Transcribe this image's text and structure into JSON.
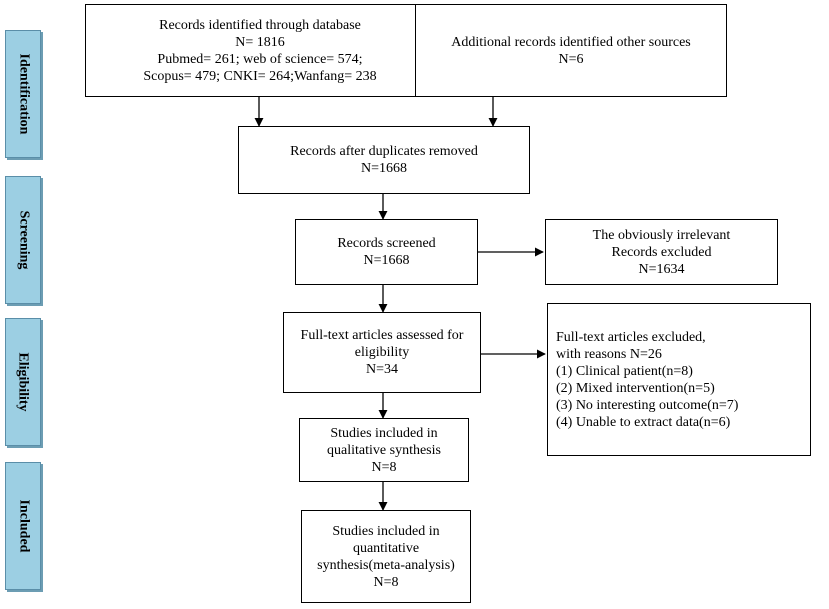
{
  "stages": {
    "identification": "Identification",
    "screening": "Screening",
    "eligibility": "Eligibility",
    "included": "Included"
  },
  "boxes": {
    "database": {
      "lines": [
        "Records identified through database",
        "N= 1816",
        "Pubmed= 261; web of science= 574;",
        "Scopus= 479; CNKI= 264;Wanfang= 238"
      ]
    },
    "additional": {
      "lines": [
        "Additional records identified other sources",
        "N=6"
      ]
    },
    "duplicates": {
      "lines": [
        "Records after duplicates removed",
        "N=1668"
      ]
    },
    "screened": {
      "lines": [
        "Records screened",
        "N=1668"
      ]
    },
    "irrelevant": {
      "lines": [
        "The obviously irrelevant",
        "Records excluded",
        "N=1634"
      ]
    },
    "fulltext": {
      "lines": [
        "Full-text articles assessed for",
        "eligibility",
        "N=34"
      ]
    },
    "excluded": {
      "lines": [
        "Full-text articles excluded,",
        "with reasons N=26",
        "(1) Clinical patient(n=8)",
        "(2) Mixed intervention(n=5)",
        "(3) No interesting outcome(n=7)",
        "(4) Unable to extract data(n=6)"
      ]
    },
    "qualitative": {
      "lines": [
        "Studies included in",
        "qualitative synthesis",
        "N=8"
      ]
    },
    "quantitative": {
      "lines": [
        "Studies included in",
        "quantitative",
        "synthesis(meta-analysis)",
        "N=8"
      ]
    }
  }
}
